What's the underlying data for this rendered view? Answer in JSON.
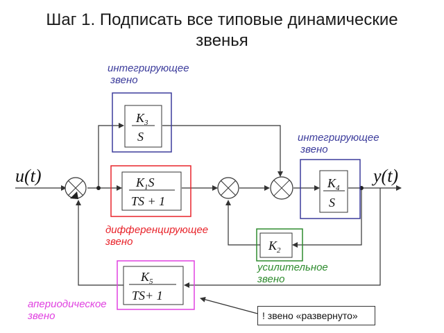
{
  "title": {
    "line1": "Шаг 1. Подписать все типовые динамические",
    "line2": "звенья"
  },
  "signals": {
    "input": "u(t)",
    "output": "y(t)"
  },
  "blocks": {
    "k3": {
      "num": "K",
      "num_sub": "3",
      "den": "S"
    },
    "k1": {
      "num": "K",
      "num_sub": "1",
      "num_tail": "S",
      "den": "TS + 1"
    },
    "k4": {
      "num": "K",
      "num_sub": "4",
      "den": "S"
    },
    "k2": {
      "label": "K",
      "label_sub": "2"
    },
    "k5": {
      "num": "K",
      "num_sub": "5",
      "den": "TS+ 1"
    }
  },
  "annotations": {
    "integrating_1": "интегрирующее\n звено",
    "integrating_2": "интегрирующее\n звено",
    "differentiating": "дифференцирующее\nзвено",
    "amplifying": "усилительное\nзвено",
    "aperiodic": "апериодическое\nзвено"
  },
  "note": "! звено «развернуто»",
  "colors": {
    "integrating": "#3b3b9b",
    "differentiating": "#e8232a",
    "amplifying": "#2e8b2e",
    "aperiodic": "#e040e0",
    "line": "#333333"
  }
}
